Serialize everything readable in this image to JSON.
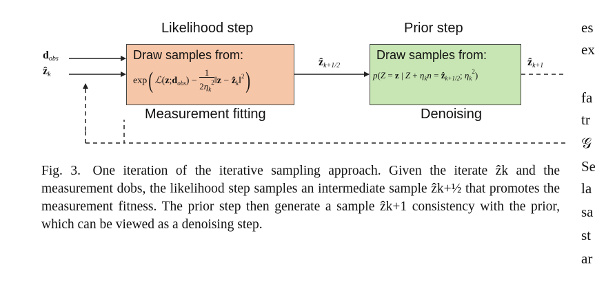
{
  "diagram": {
    "likelihood_heading": "Likelihood step",
    "prior_heading": "Prior step",
    "likelihood_box_line1": "Draw samples from:",
    "prior_box_line1": "Draw samples from:",
    "likelihood_footer": "Measurement fitting",
    "prior_footer": "Denoising",
    "input_d": "d",
    "input_d_sub": "obs",
    "input_z": "ẑ",
    "input_z_sub": "k",
    "mid_z": "ẑ",
    "mid_z_sub": "k+1/2",
    "out_z": "ẑ",
    "out_z_sub": "k+1",
    "colors": {
      "likelihood_box": "#f6c6a8",
      "prior_box": "#c8e6b4",
      "border": "#444444"
    }
  },
  "caption": {
    "label": "Fig. 3.",
    "text": "One iteration of the iterative sampling approach. Given the iterate ẑk and the measurement dobs, the likelihood step samples an intermediate sample ẑk+½ that promotes the measurement fitness. The prior step then generate a sample ẑk+1 consistency with the prior, which can be viewed as a denoising step."
  },
  "right_column": [
    "es",
    "ex",
    "fa",
    "tr",
    "𝒢",
    "Se",
    "la",
    "sa",
    "st",
    "ar"
  ]
}
